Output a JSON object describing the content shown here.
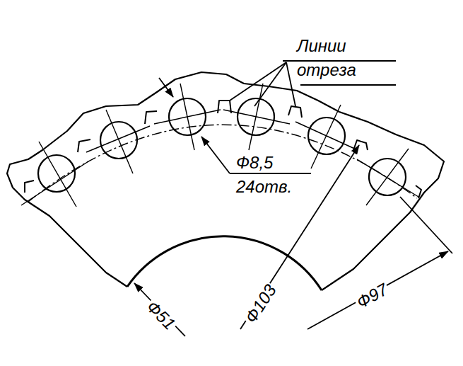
{
  "diagram": {
    "labels": [
      "Линии отреза",
      "Ф8,5",
      "24отв.",
      "Ф51",
      "Ф103",
      "Ф97"
    ]
  }
}
